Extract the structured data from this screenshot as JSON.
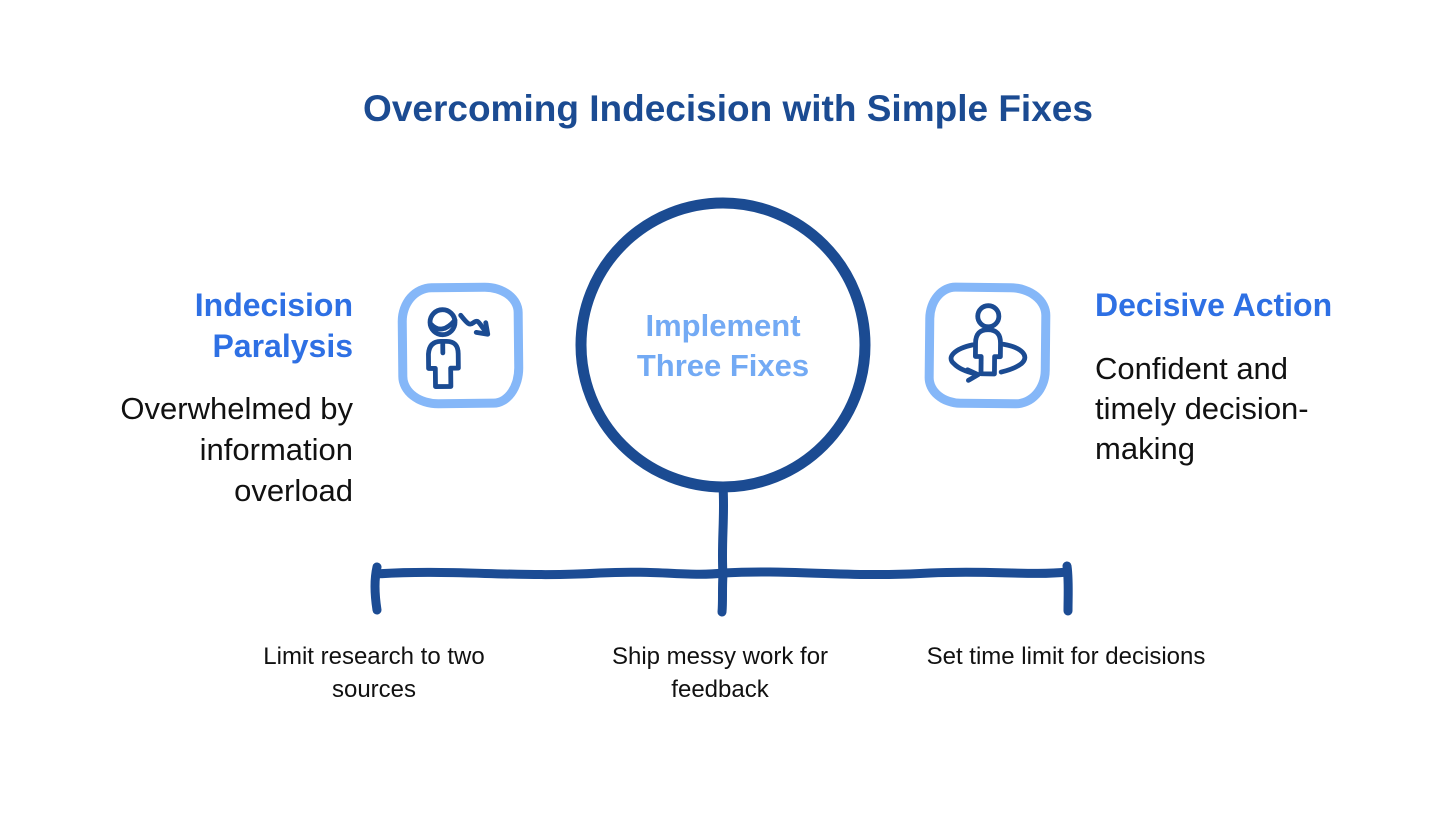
{
  "title": "Overcoming Indecision with Simple Fixes",
  "palette": {
    "navy": "#1b4b92",
    "accent_blue": "#2e70e4",
    "box_border_blue": "#85b7f8",
    "soft_blue_text": "#73aaf4",
    "body_text": "#111111"
  },
  "center_node": {
    "lines": [
      "Implement",
      "Three Fixes"
    ]
  },
  "left_panel": {
    "heading": "Indecision Paralysis",
    "description": "Overwhelmed by information overload",
    "icon": "person-declining-trend-icon"
  },
  "right_panel": {
    "heading": "Decisive Action",
    "description": "Confident and timely decision-making",
    "icon": "person-rotation-orbit-icon"
  },
  "fixes": [
    {
      "label": "Limit research to two sources"
    },
    {
      "label": "Ship messy work for feedback"
    },
    {
      "label": "Set time limit for decisions"
    }
  ]
}
